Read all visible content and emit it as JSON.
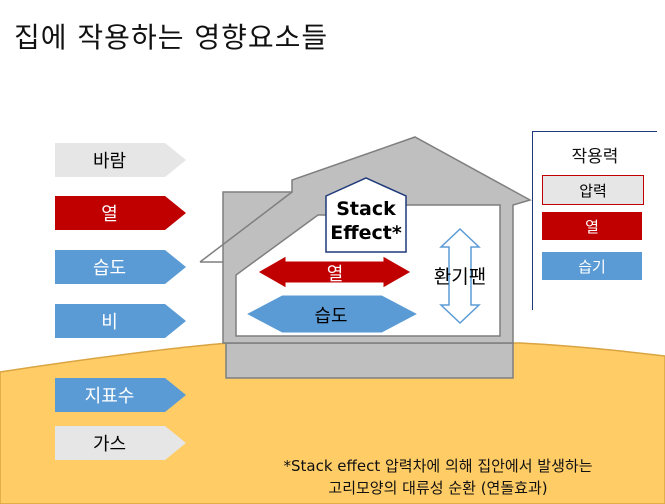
{
  "title": "집에 작용하는 영향요소들",
  "left_factors": [
    {
      "label": "바람",
      "fill": "#e6e6e6",
      "text_color": "#000000"
    },
    {
      "label": "열",
      "fill": "#c00000",
      "text_color": "#ffffff"
    },
    {
      "label": "습도",
      "fill": "#5b9bd5",
      "text_color": "#ffffff"
    },
    {
      "label": "비",
      "fill": "#5b9bd5",
      "text_color": "#ffffff"
    },
    {
      "label": "지표수",
      "fill": "#5b9bd5",
      "text_color": "#ffffff"
    },
    {
      "label": "가스",
      "fill": "#e6e6e6",
      "text_color": "#000000"
    }
  ],
  "house": {
    "stack_effect_line1": "Stack",
    "stack_effect_line2": "Effect*",
    "heat_label": "열",
    "humidity_label": "습도",
    "fan_label": "환기팬"
  },
  "legend": {
    "title": "작용력",
    "items": [
      {
        "label": "압력",
        "fill": "#e6e6e6",
        "text_color": "#000000"
      },
      {
        "label": "열",
        "fill": "#c00000",
        "text_color": "#ffffff"
      },
      {
        "label": "습기",
        "fill": "#5b9bd5",
        "text_color": "#ffffff"
      }
    ]
  },
  "footnote": {
    "line1": "*Stack effect 압력차에 의해 집안에서 발생하는",
    "line2": "고리모양의 대류성 순환 (연돌효과)"
  },
  "colors": {
    "ground": "#ffcc66",
    "ground_border": "#d9a441",
    "house_gray": "#bfbfbf",
    "house_outline": "#7f7f7f",
    "red": "#c00000",
    "blue": "#5b9bd5",
    "light_gray": "#e6e6e6"
  }
}
